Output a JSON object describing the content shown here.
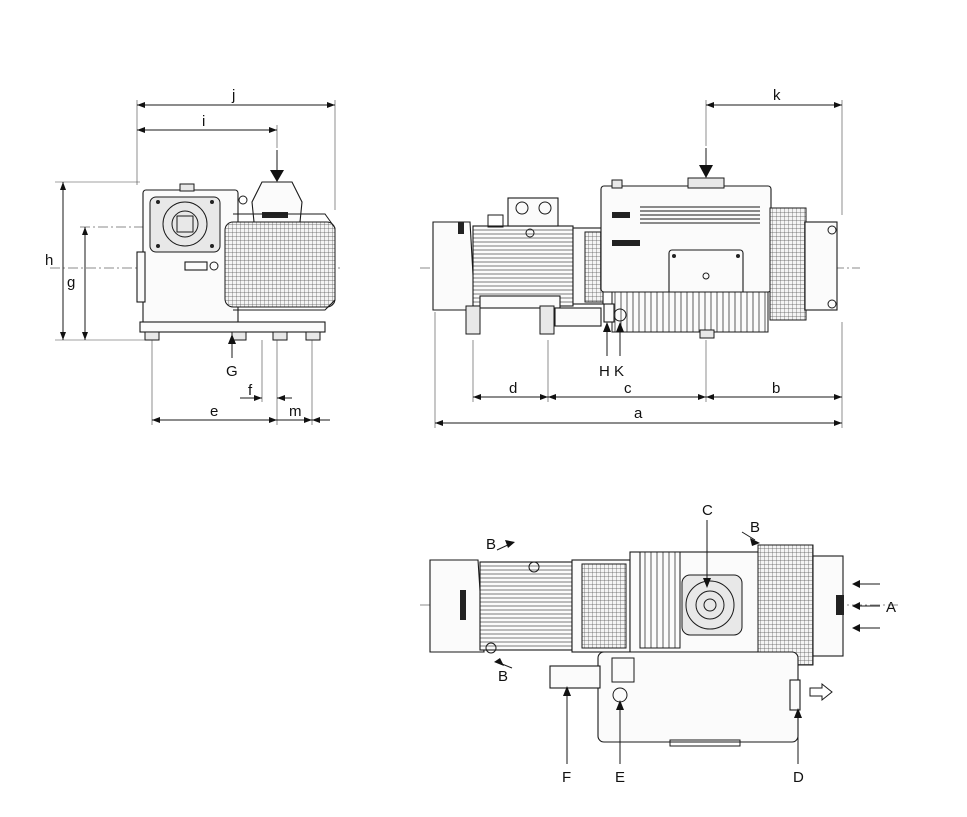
{
  "dimension_labels": {
    "a": "a",
    "b": "b",
    "c": "c",
    "d": "d",
    "e": "e",
    "f": "f",
    "g": "g",
    "h": "h",
    "i": "i",
    "j": "j",
    "k": "k",
    "m": "m"
  },
  "connection_labels": {
    "A": "A",
    "B": "B",
    "C": "C",
    "D": "D",
    "E": "E",
    "F": "F",
    "G": "G",
    "H": "H",
    "K": "K"
  }
}
